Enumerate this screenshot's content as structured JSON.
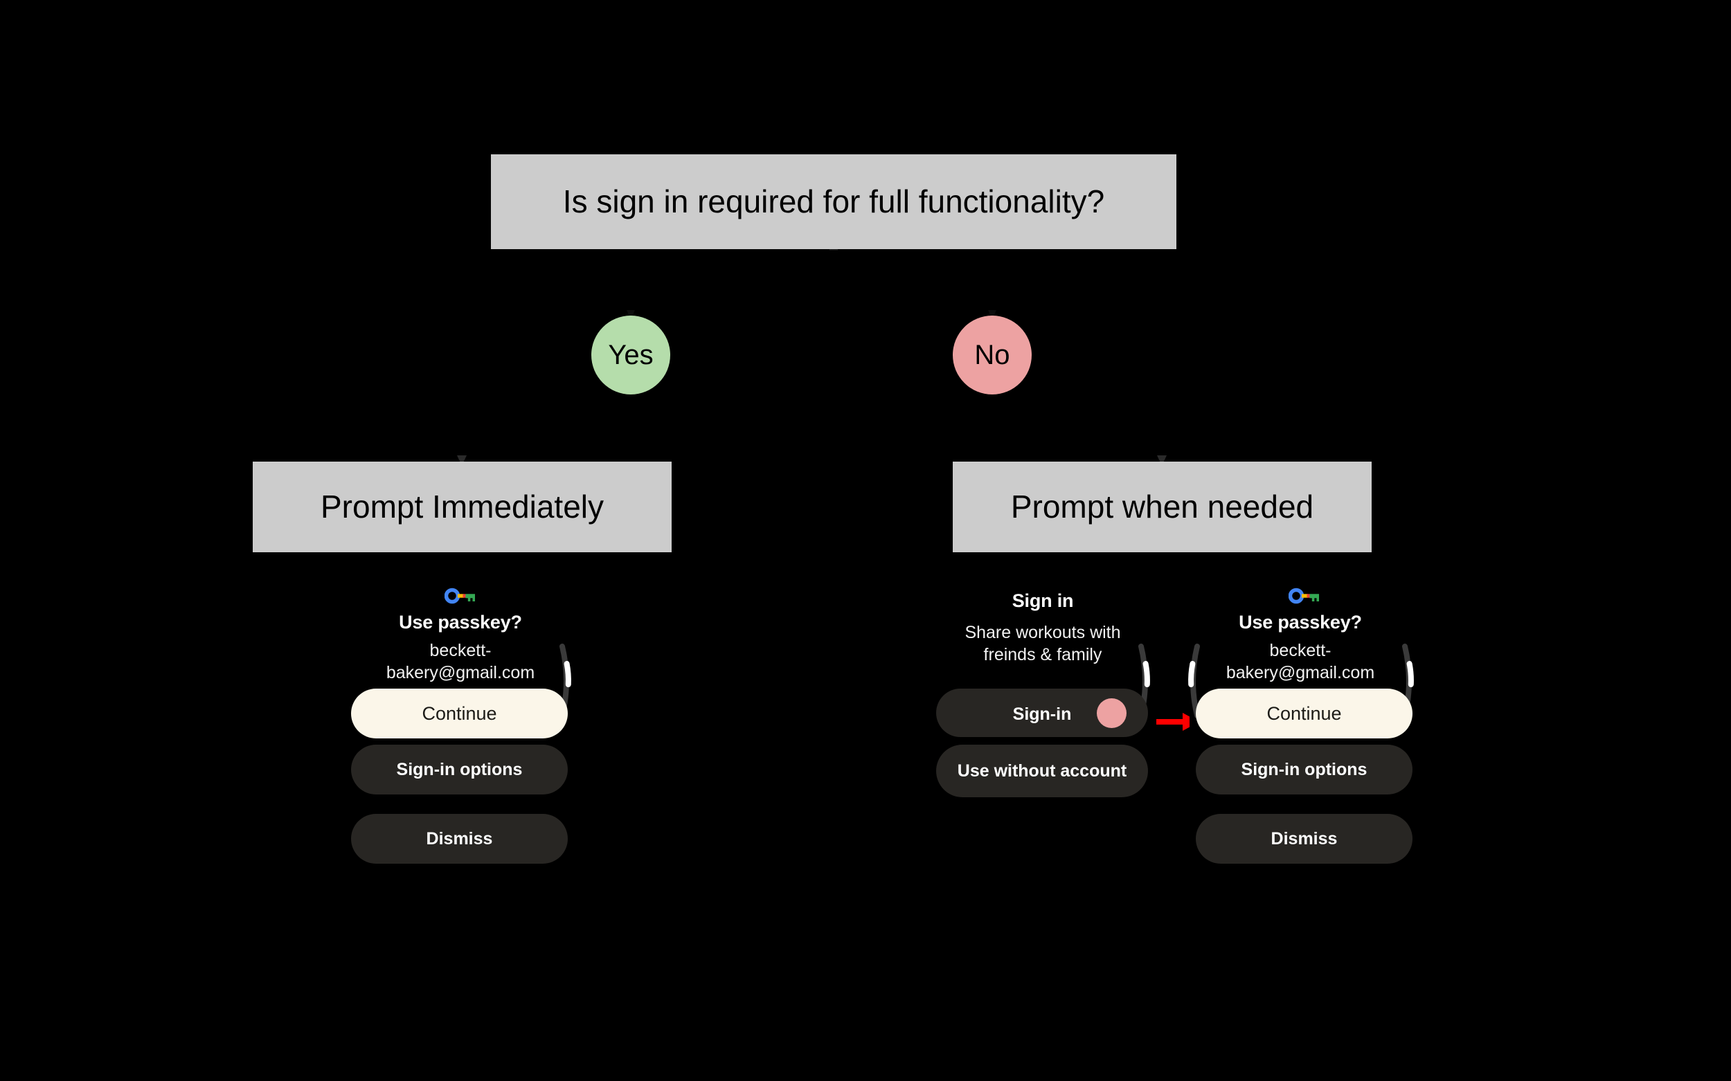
{
  "diagram": {
    "background_color": "#000000",
    "box_fill": "#cccccc",
    "root_question": "Is sign in required for full functionality?",
    "branches": [
      {
        "answer_label": "Yes",
        "answer_color": "#b5ddab",
        "outcome_label": "Prompt Immediately"
      },
      {
        "answer_label": "No",
        "answer_color": "#eda2a2",
        "outcome_label": "Prompt when needed"
      }
    ],
    "annotation_arrow_color": "#ff0000"
  },
  "watch_left": {
    "icon": "google-passkey-icon",
    "title": "Use passkey?",
    "subtitle_line1": "beckett-",
    "subtitle_line2": "bakery@gmail.com",
    "buttons": [
      {
        "label": "Continue",
        "style": "filled"
      },
      {
        "label": "Sign-in options",
        "style": "tonal"
      },
      {
        "label": "Dismiss",
        "style": "tonal"
      }
    ],
    "scroll_indicator": "scroll-indicator-right"
  },
  "watch_middle": {
    "title": "Sign in",
    "subtitle_line1": "Share workouts with",
    "subtitle_line2": "freinds & family",
    "buttons": [
      {
        "label": "Sign-in",
        "style": "tonal",
        "trailing": "pink-dot"
      },
      {
        "label": "Use without account",
        "style": "tonal"
      }
    ],
    "scroll_indicator": "scroll-indicator-right"
  },
  "watch_right": {
    "icon": "google-passkey-icon",
    "title": "Use passkey?",
    "subtitle_line1": "beckett-",
    "subtitle_line2": "bakery@gmail.com",
    "buttons": [
      {
        "label": "Continue",
        "style": "filled"
      },
      {
        "label": "Sign-in options",
        "style": "tonal"
      },
      {
        "label": "Dismiss",
        "style": "tonal"
      }
    ],
    "scroll_indicator_left": "scroll-indicator-left",
    "scroll_indicator_right": "scroll-indicator-right"
  },
  "colors": {
    "filled_button_bg": "#fbf6e9",
    "tonal_button_bg": "#282623",
    "text_primary": "#ffffff",
    "accent_pink": "#eda2a2",
    "accent_green": "#b5ddab"
  }
}
